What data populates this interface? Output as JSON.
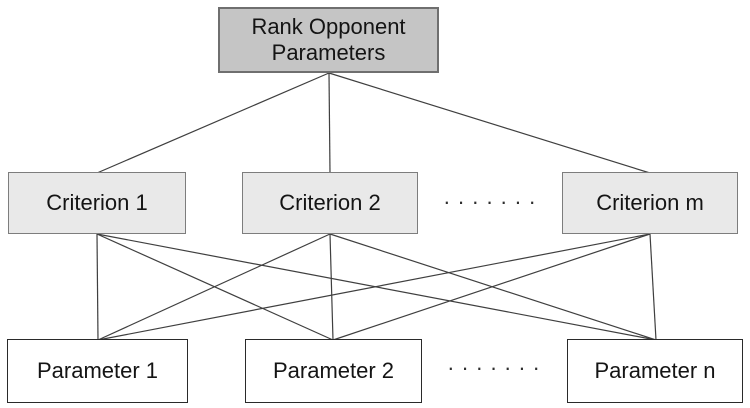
{
  "diagram": {
    "goal": {
      "label": "Rank Opponent Parameters"
    },
    "criteria": [
      {
        "label": "Criterion 1"
      },
      {
        "label": "Criterion 2"
      },
      {
        "label": "Criterion m"
      }
    ],
    "criteria_ellipsis": ". . . . . . .",
    "parameters": [
      {
        "label": "Parameter 1"
      },
      {
        "label": "Parameter 2"
      },
      {
        "label": "Parameter n"
      }
    ],
    "parameters_ellipsis": ". . . . . . .",
    "colors": {
      "goal_fill": "#c5c5c5",
      "goal_border": "#6f6f6f",
      "criterion_fill": "#e9e9e9",
      "criterion_border": "#7d7d7d",
      "parameter_fill": "#ffffff",
      "parameter_border": "#2a2a2a",
      "edge": "#3f3f3f",
      "text": "#141414"
    }
  }
}
